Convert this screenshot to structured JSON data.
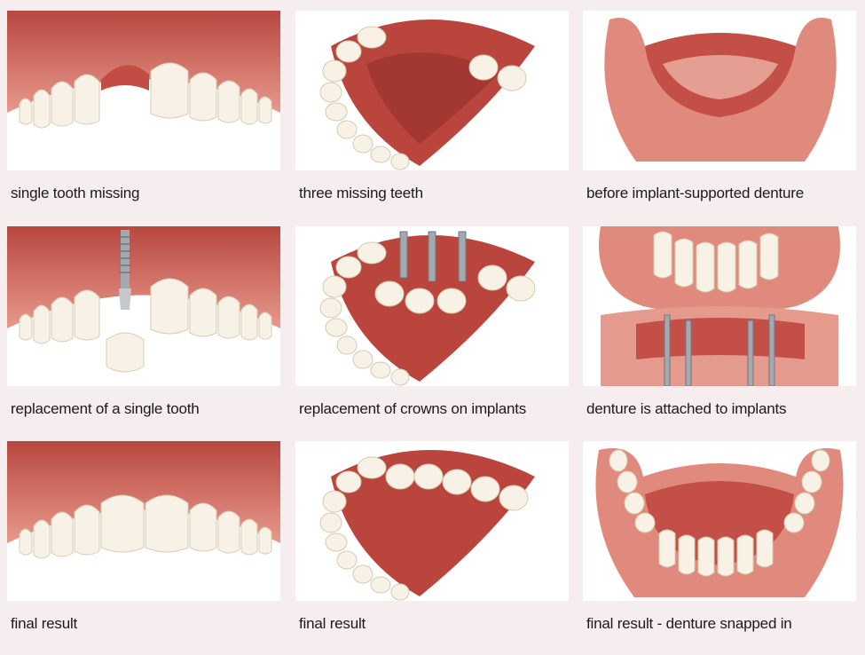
{
  "panels": [
    {
      "caption": "single tooth missing",
      "illustration": "upper-front-teeth-gap-icon"
    },
    {
      "caption": "three missing teeth",
      "illustration": "upper-arch-three-missing-icon"
    },
    {
      "caption": "before implant-supported denture",
      "illustration": "edentulous-lower-jaw-icon"
    },
    {
      "caption": "replacement of a single tooth",
      "illustration": "single-implant-crown-icon"
    },
    {
      "caption": "replacement of crowns on implants",
      "illustration": "implant-bridge-crowns-icon"
    },
    {
      "caption": "denture is attached to implants",
      "illustration": "denture-over-implants-icon"
    },
    {
      "caption": "final result",
      "illustration": "upper-front-teeth-complete-icon"
    },
    {
      "caption": "final result",
      "illustration": "upper-arch-complete-icon"
    },
    {
      "caption": "final result - denture snapped in",
      "illustration": "lower-denture-snapped-icon"
    }
  ],
  "colors": {
    "gum": "#c9574d",
    "gum_light": "#e38b7e",
    "tooth": "#f7f1e3",
    "metal": "#9aa0a6",
    "background": "#f6eeee"
  }
}
